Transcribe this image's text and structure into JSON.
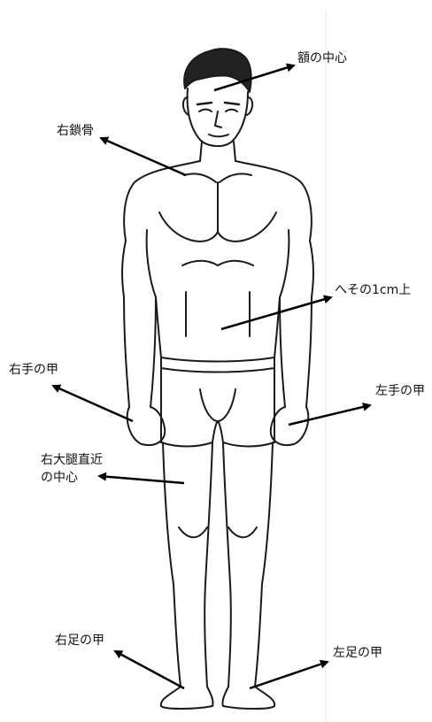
{
  "labels": {
    "forehead": "額の中心",
    "right_clavicle": "右鎖骨",
    "navel": "へその1cm上",
    "right_hand": "右手の甲",
    "left_hand": "左手の甲",
    "right_thigh_line1": "右大腿直近",
    "right_thigh_line2": "の中心",
    "right_foot": "右足の甲",
    "left_foot": "左足の甲"
  }
}
